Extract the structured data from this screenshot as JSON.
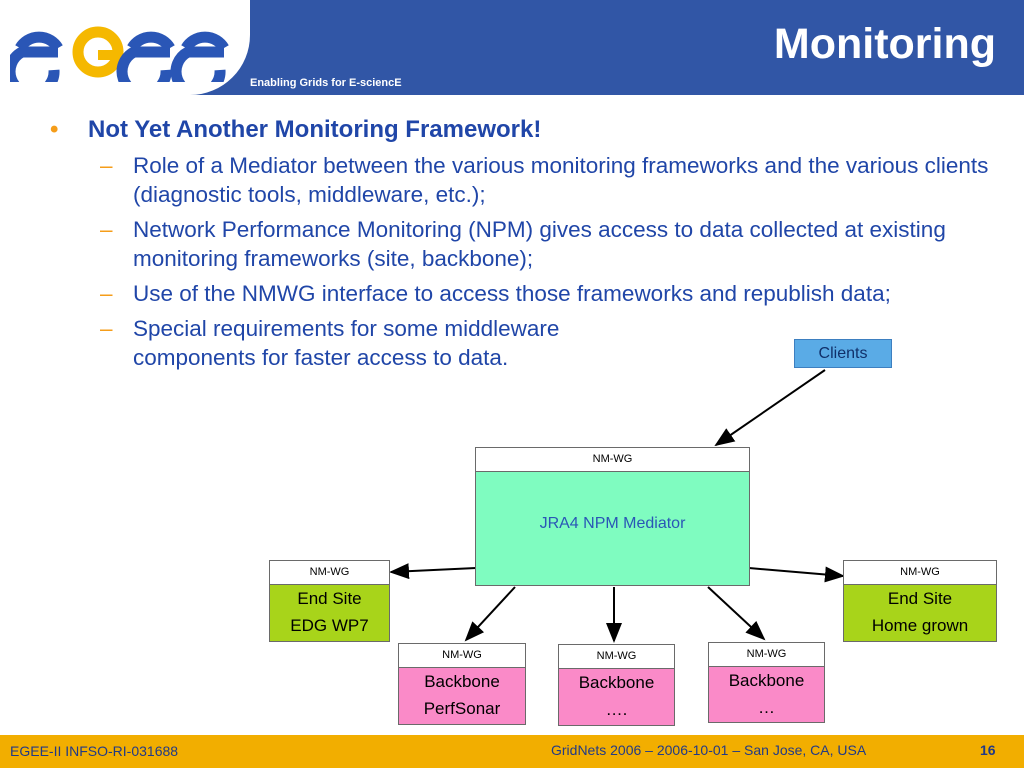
{
  "header": {
    "logo_text": "egee",
    "tagline": "Enabling Grids for E-sciencE",
    "title": "Monitoring",
    "colors": {
      "bar": "#3156a6",
      "logo_blue": "#2a56b6",
      "logo_yellow": "#f5b800"
    }
  },
  "content": {
    "main_bullet": "Not Yet Another Monitoring Framework!",
    "sub_bullets": [
      "Role of a Mediator between the various monitoring frameworks and the various clients (diagnostic tools, middleware, etc.);",
      "Network Performance Monitoring (NPM) gives access to data collected at existing monitoring frameworks (site, backbone);",
      "Use of the NMWG interface to access those frameworks and republish data;",
      "Special requirements for some middleware components for faster access to data."
    ]
  },
  "diagram": {
    "clients": "Clients",
    "mediator": {
      "header": "NM-WG",
      "label": "JRA4 NPM Mediator"
    },
    "end_site_left": {
      "header": "NM-WG",
      "line1": "End Site",
      "line2": "EDG WP7"
    },
    "end_site_right": {
      "header": "NM-WG",
      "line1": "End Site",
      "line2": "Home grown"
    },
    "backbone_1": {
      "header": "NM-WG",
      "line1": "Backbone",
      "line2": "PerfSonar"
    },
    "backbone_2": {
      "header": "NM-WG",
      "line1": "Backbone",
      "line2": "…."
    },
    "backbone_3": {
      "header": "NM-WG",
      "line1": "Backbone",
      "line2": "…"
    },
    "colors": {
      "mediator": "#7ffcc0",
      "end_site": "#a8d41a",
      "backbone": "#fa8ac8",
      "clients": "#5aabe6"
    }
  },
  "footer": {
    "left": "EGEE-II INFSO-RI-031688",
    "center": "GridNets 2006 – 2006-10-01 – San Jose, CA, USA",
    "page": "16",
    "color": "#f2ae00"
  }
}
